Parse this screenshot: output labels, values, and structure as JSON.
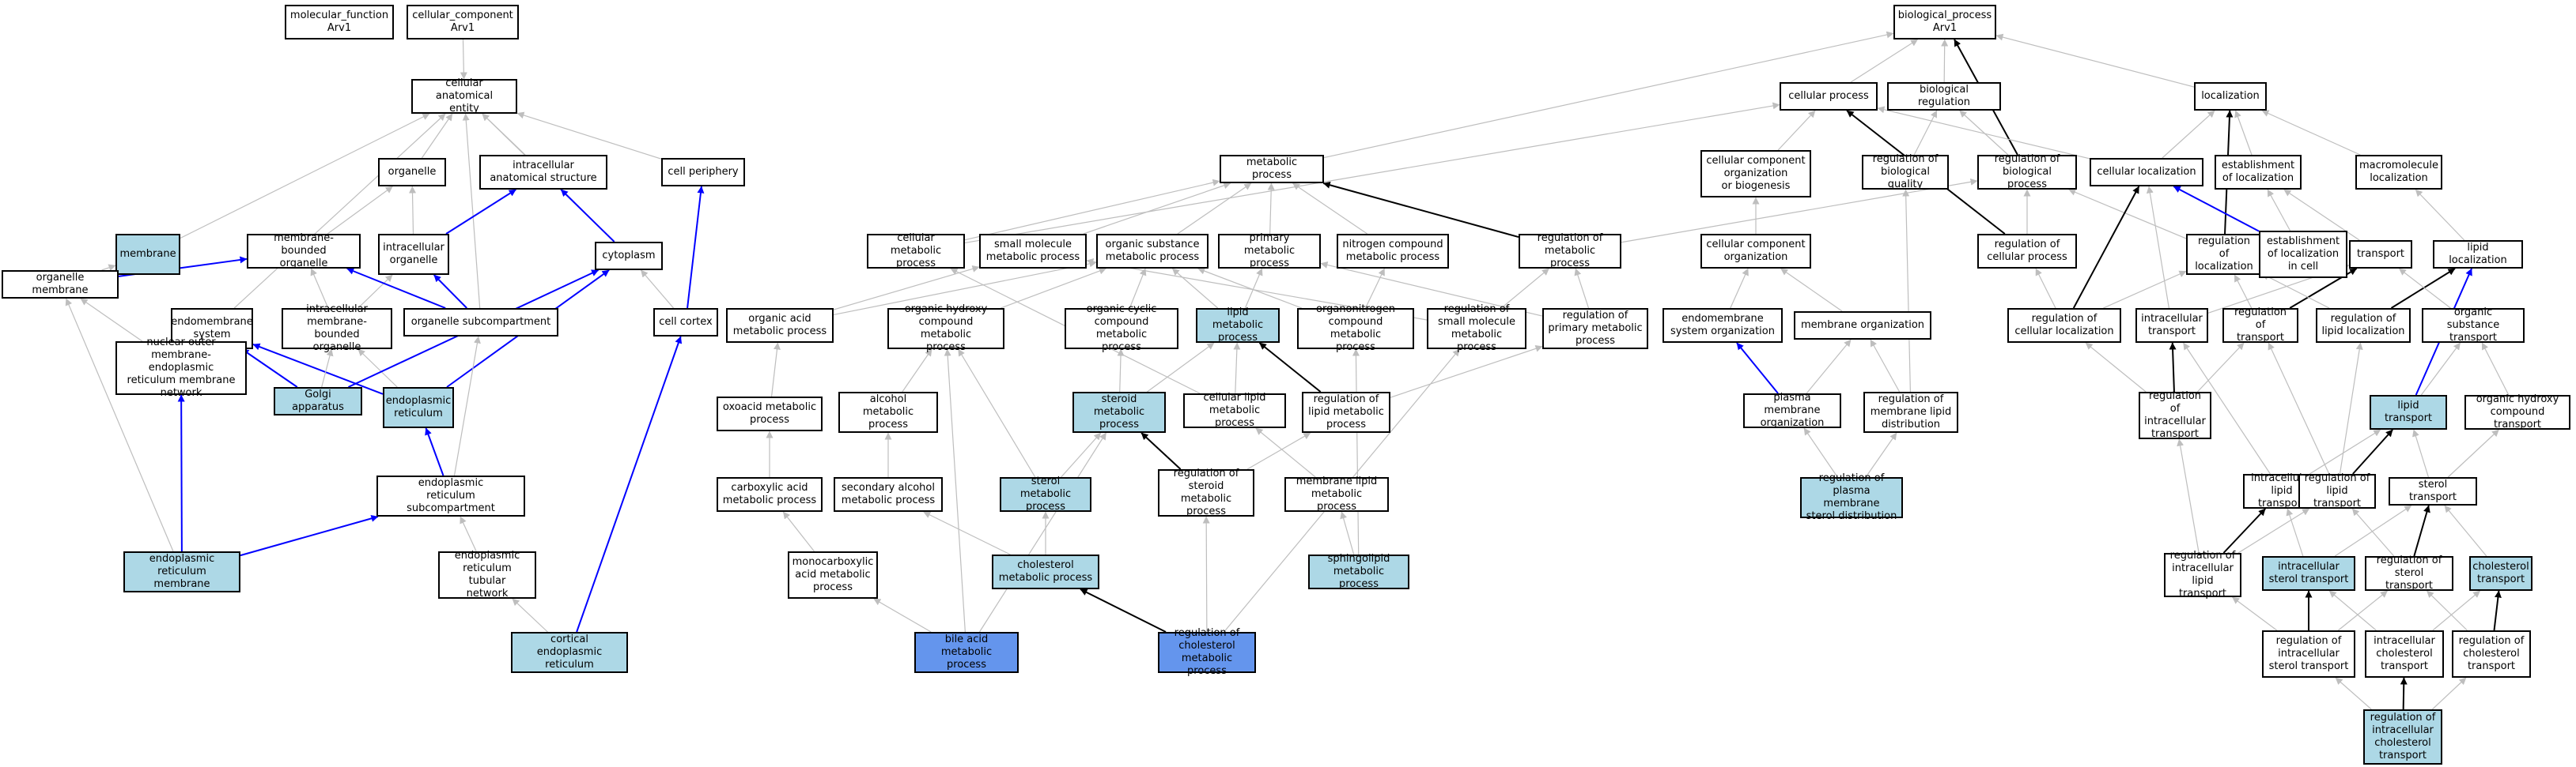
{
  "colors": {
    "highlight": "#add8e6",
    "focus": "#6495ed",
    "edge_gray": "#bebebe",
    "edge_blue": "#0000ff",
    "edge_black": "#000000"
  },
  "nodes": {
    "mf": "molecular_function\nArv1",
    "cc": "cellular_component\nArv1",
    "bp": "biological_process\nArv1",
    "cae": "cellular anatomical\nentity",
    "organelle": "organelle",
    "ias": "intracellular\nanatomical structure",
    "cellper": "cell periphery",
    "membrane": "membrane",
    "mbo": "membrane-bounded\norganelle",
    "io": "intracellular\norganelle",
    "cytoplasm": "cytoplasm",
    "om": "organelle membrane",
    "ems": "endomembrane\nsystem",
    "imbo": "intracellular\nmembrane-bounded\norganelle",
    "osc": "organelle subcompartment",
    "cellcortex": "cell cortex",
    "nom": "nuclear outer\nmembrane-endoplasmic\nreticulum membrane\nnetwork",
    "golgi": "Golgi apparatus",
    "er": "endoplasmic\nreticulum",
    "ersub": "endoplasmic\nreticulum subcompartment",
    "erm": "endoplasmic\nreticulum membrane",
    "ertub": "endoplasmic\nreticulum tubular\nnetwork",
    "cer": "cortical endoplasmic\nreticulum",
    "mp": "metabolic process",
    "cellproc": "cellular process",
    "bioreg": "biological regulation",
    "loc": "localization",
    "ccob": "cellular component\norganization\nor biogenesis",
    "rbq": "regulation of\nbiological quality",
    "rbp": "regulation of\nbiological process",
    "celloc": "cellular localization",
    "eol": "establishment\nof localization",
    "mml": "macromolecule\nlocalization",
    "cmp": "cellular metabolic\nprocess",
    "smmp": "small molecule\nmetabolic process",
    "osmp": "organic substance\nmetabolic process",
    "pmp": "primary metabolic\nprocess",
    "ncmp": "nitrogen compound\nmetabolic process",
    "rmp": "regulation of\nmetabolic process",
    "cco": "cellular component\norganization",
    "rcp": "regulation of\ncellular process",
    "rol": "regulation of\nlocalization",
    "eolc": "establishment\nof localization\nin cell",
    "transport": "transport",
    "lipidloc": "lipid localization",
    "oamp": "organic acid\nmetabolic process",
    "ohcmp": "organic hydroxy\ncompound metabolic\nprocess",
    "occmp": "organic cyclic\ncompound metabolic\nprocess",
    "lmp": "lipid metabolic\nprocess",
    "oncmp": "organonitrogen\ncompound metabolic\nprocess",
    "rsmmp": "regulation of\nsmall molecule\nmetabolic process",
    "rpmp": "regulation of\nprimary metabolic\nprocess",
    "emso": "endomembrane\nsystem organization",
    "mo": "membrane organization",
    "rcl": "regulation of\ncellular localization",
    "it": "intracellular\ntransport",
    "rot": "regulation of\ntransport",
    "rll": "regulation of\nlipid localization",
    "ost": "organic substance\ntransport",
    "oxmp": "oxoacid metabolic\nprocess",
    "amp": "alcohol metabolic\nprocess",
    "stmp": "steroid metabolic\nprocess",
    "clmp": "cellular lipid\nmetabolic process",
    "rlmp": "regulation of\nlipid metabolic\nprocess",
    "pmo": "plasma membrane\norganization",
    "rmld": "regulation of\nmembrane lipid\ndistribution",
    "rit": "regulation of\nintracellular\ntransport",
    "lt": "lipid transport",
    "ohct": "organic hydroxy\ncompound transport",
    "camp": "carboxylic acid\nmetabolic process",
    "samp": "secondary alcohol\nmetabolic process",
    "sterolmp": "sterol metabolic\nprocess",
    "rstmp": "regulation of\nsteroid metabolic\nprocess",
    "mlmp": "membrane lipid\nmetabolic process",
    "rpmsd": "regulation of\nplasma membrane\nsterol distribution",
    "ilt": "intracellular\nlipid transport",
    "rlt": "regulation of\nlipid transport",
    "st": "sterol transport",
    "mcamp": "monocarboxylic\nacid metabolic\nprocess",
    "chmp": "cholesterol\nmetabolic process",
    "splmp": "sphingolipid\nmetabolic process",
    "rilt": "regulation of\nintracellular\nlipid transport",
    "ist": "intracellular\nsterol transport",
    "rst": "regulation of\nsterol transport",
    "ct": "cholesterol\ntransport",
    "bamp": "bile acid metabolic\nprocess",
    "rcmp": "regulation of\ncholesterol\nmetabolic process",
    "rist": "regulation of\nintracellular\nsterol transport",
    "ict": "intracellular\ncholesterol\ntransport",
    "rct": "regulation of\ncholesterol\ntransport",
    "rict": "regulation of\nintracellular\ncholesterol\ntransport"
  },
  "edges": [
    [
      "cc",
      "cae",
      "g"
    ],
    [
      "organelle",
      "cae",
      "g"
    ],
    [
      "ias",
      "cae",
      "g"
    ],
    [
      "cellper",
      "cae",
      "g"
    ],
    [
      "membrane",
      "cae",
      "g"
    ],
    [
      "cytoplasm",
      "cae",
      "g"
    ],
    [
      "osc",
      "cae",
      "g"
    ],
    [
      "ems",
      "cae",
      "g"
    ],
    [
      "mbo",
      "organelle",
      "g"
    ],
    [
      "io",
      "organelle",
      "g"
    ],
    [
      "io",
      "ias",
      "b"
    ],
    [
      "cytoplasm",
      "ias",
      "b"
    ],
    [
      "cellcortex",
      "cellper",
      "b"
    ],
    [
      "cellcortex",
      "cytoplasm",
      "g"
    ],
    [
      "om",
      "membrane",
      "g"
    ],
    [
      "om",
      "mbo",
      "b"
    ],
    [
      "imbo",
      "mbo",
      "g"
    ],
    [
      "imbo",
      "io",
      "g"
    ],
    [
      "osc",
      "io",
      "b"
    ],
    [
      "osc",
      "mbo",
      "b"
    ],
    [
      "nom",
      "ems",
      "g"
    ],
    [
      "nom",
      "om",
      "g"
    ],
    [
      "golgi",
      "ems",
      "b"
    ],
    [
      "er",
      "ems",
      "b"
    ],
    [
      "golgi",
      "imbo",
      "g"
    ],
    [
      "er",
      "imbo",
      "g"
    ],
    [
      "golgi",
      "cytoplasm",
      "b"
    ],
    [
      "er",
      "cytoplasm",
      "b"
    ],
    [
      "ersub",
      "er",
      "b"
    ],
    [
      "ersub",
      "osc",
      "g"
    ],
    [
      "erm",
      "nom",
      "b"
    ],
    [
      "erm",
      "ersub",
      "b"
    ],
    [
      "erm",
      "om",
      "g"
    ],
    [
      "ertub",
      "ersub",
      "g"
    ],
    [
      "cer",
      "ertub",
      "g"
    ],
    [
      "cer",
      "cellcortex",
      "b"
    ],
    [
      "mp",
      "bp",
      "g"
    ],
    [
      "cellproc",
      "bp",
      "g"
    ],
    [
      "bioreg",
      "bp",
      "g"
    ],
    [
      "loc",
      "bp",
      "g"
    ],
    [
      "rbp",
      "bp",
      "k"
    ],
    [
      "ccob",
      "cellproc",
      "g"
    ],
    [
      "rbq",
      "bioreg",
      "g"
    ],
    [
      "rbp",
      "bioreg",
      "g"
    ],
    [
      "celloc",
      "loc",
      "g"
    ],
    [
      "eol",
      "loc",
      "g"
    ],
    [
      "mml",
      "loc",
      "g"
    ],
    [
      "celloc",
      "cellproc",
      "g"
    ],
    [
      "cmp",
      "mp",
      "g"
    ],
    [
      "smmp",
      "mp",
      "g"
    ],
    [
      "osmp",
      "mp",
      "g"
    ],
    [
      "pmp",
      "mp",
      "g"
    ],
    [
      "ncmp",
      "mp",
      "g"
    ],
    [
      "rmp",
      "mp",
      "k"
    ],
    [
      "rmp",
      "rbp",
      "g"
    ],
    [
      "cmp",
      "cellproc",
      "g"
    ],
    [
      "cco",
      "ccob",
      "g"
    ],
    [
      "rcp",
      "cellproc",
      "k"
    ],
    [
      "rcp",
      "rbp",
      "g"
    ],
    [
      "rol",
      "loc",
      "k"
    ],
    [
      "rol",
      "rbp",
      "g"
    ],
    [
      "eolc",
      "celloc",
      "b"
    ],
    [
      "eolc",
      "eol",
      "g"
    ],
    [
      "transport",
      "eol",
      "g"
    ],
    [
      "lipidloc",
      "mml",
      "g"
    ],
    [
      "oamp",
      "smmp",
      "g"
    ],
    [
      "oamp",
      "osmp",
      "g"
    ],
    [
      "ohcmp",
      "osmp",
      "g"
    ],
    [
      "occmp",
      "osmp",
      "g"
    ],
    [
      "lmp",
      "pmp",
      "g"
    ],
    [
      "lmp",
      "osmp",
      "g"
    ],
    [
      "oncmp",
      "ncmp",
      "g"
    ],
    [
      "oncmp",
      "osmp",
      "g"
    ],
    [
      "rsmmp",
      "rmp",
      "g"
    ],
    [
      "rsmmp",
      "smmp",
      "g"
    ],
    [
      "rpmp",
      "rmp",
      "g"
    ],
    [
      "rpmp",
      "pmp",
      "g"
    ],
    [
      "emso",
      "cco",
      "g"
    ],
    [
      "mo",
      "cco",
      "g"
    ],
    [
      "rcl",
      "rcp",
      "g"
    ],
    [
      "rcl",
      "celloc",
      "k"
    ],
    [
      "rcl",
      "rol",
      "g"
    ],
    [
      "it",
      "celloc",
      "g"
    ],
    [
      "it",
      "transport",
      "g"
    ],
    [
      "rot",
      "rol",
      "g"
    ],
    [
      "rot",
      "transport",
      "k"
    ],
    [
      "rll",
      "rol",
      "g"
    ],
    [
      "rll",
      "lipidloc",
      "k"
    ],
    [
      "ost",
      "transport",
      "g"
    ],
    [
      "oxmp",
      "oamp",
      "g"
    ],
    [
      "amp",
      "ohcmp",
      "g"
    ],
    [
      "stmp",
      "lmp",
      "g"
    ],
    [
      "stmp",
      "occmp",
      "g"
    ],
    [
      "clmp",
      "lmp",
      "g"
    ],
    [
      "clmp",
      "cmp",
      "g"
    ],
    [
      "rlmp",
      "lmp",
      "k"
    ],
    [
      "rlmp",
      "rpmp",
      "g"
    ],
    [
      "pmo",
      "emso",
      "b"
    ],
    [
      "pmo",
      "mo",
      "g"
    ],
    [
      "rmld",
      "rbq",
      "g"
    ],
    [
      "rmld",
      "mo",
      "g"
    ],
    [
      "rit",
      "rcl",
      "g"
    ],
    [
      "rit",
      "it",
      "k"
    ],
    [
      "rit",
      "rot",
      "g"
    ],
    [
      "lt",
      "lipidloc",
      "b"
    ],
    [
      "lt",
      "ost",
      "g"
    ],
    [
      "ohct",
      "ost",
      "g"
    ],
    [
      "camp",
      "oxmp",
      "g"
    ],
    [
      "samp",
      "amp",
      "g"
    ],
    [
      "sterolmp",
      "stmp",
      "g"
    ],
    [
      "sterolmp",
      "ohcmp",
      "g"
    ],
    [
      "rstmp",
      "rlmp",
      "g"
    ],
    [
      "rstmp",
      "stmp",
      "k"
    ],
    [
      "mlmp",
      "clmp",
      "g"
    ],
    [
      "rpmsd",
      "pmo",
      "g"
    ],
    [
      "rpmsd",
      "rmld",
      "g"
    ],
    [
      "ilt",
      "it",
      "g"
    ],
    [
      "ilt",
      "lt",
      "g"
    ],
    [
      "rlt",
      "rot",
      "g"
    ],
    [
      "rlt",
      "rll",
      "g"
    ],
    [
      "rlt",
      "lt",
      "k"
    ],
    [
      "st",
      "lt",
      "g"
    ],
    [
      "st",
      "ohct",
      "g"
    ],
    [
      "mcamp",
      "camp",
      "g"
    ],
    [
      "chmp",
      "sterolmp",
      "g"
    ],
    [
      "chmp",
      "samp",
      "g"
    ],
    [
      "splmp",
      "mlmp",
      "g"
    ],
    [
      "splmp",
      "oncmp",
      "g"
    ],
    [
      "rilt",
      "ilt",
      "k"
    ],
    [
      "rilt",
      "rlt",
      "g"
    ],
    [
      "rilt",
      "rit",
      "g"
    ],
    [
      "ist",
      "ilt",
      "g"
    ],
    [
      "ist",
      "st",
      "g"
    ],
    [
      "rst",
      "st",
      "k"
    ],
    [
      "rst",
      "rlt",
      "g"
    ],
    [
      "ct",
      "st",
      "g"
    ],
    [
      "bamp",
      "mcamp",
      "g"
    ],
    [
      "bamp",
      "ohcmp",
      "g"
    ],
    [
      "bamp",
      "stmp",
      "g"
    ],
    [
      "rcmp",
      "chmp",
      "k"
    ],
    [
      "rcmp",
      "rstmp",
      "g"
    ],
    [
      "rcmp",
      "rsmmp",
      "g"
    ],
    [
      "rist",
      "ist",
      "k"
    ],
    [
      "rist",
      "rst",
      "g"
    ],
    [
      "rist",
      "rilt",
      "g"
    ],
    [
      "ict",
      "ist",
      "g"
    ],
    [
      "ict",
      "ct",
      "g"
    ],
    [
      "rct",
      "ct",
      "k"
    ],
    [
      "rct",
      "rst",
      "g"
    ],
    [
      "rict",
      "ict",
      "k"
    ],
    [
      "rict",
      "rist",
      "g"
    ],
    [
      "rict",
      "rct",
      "g"
    ]
  ]
}
